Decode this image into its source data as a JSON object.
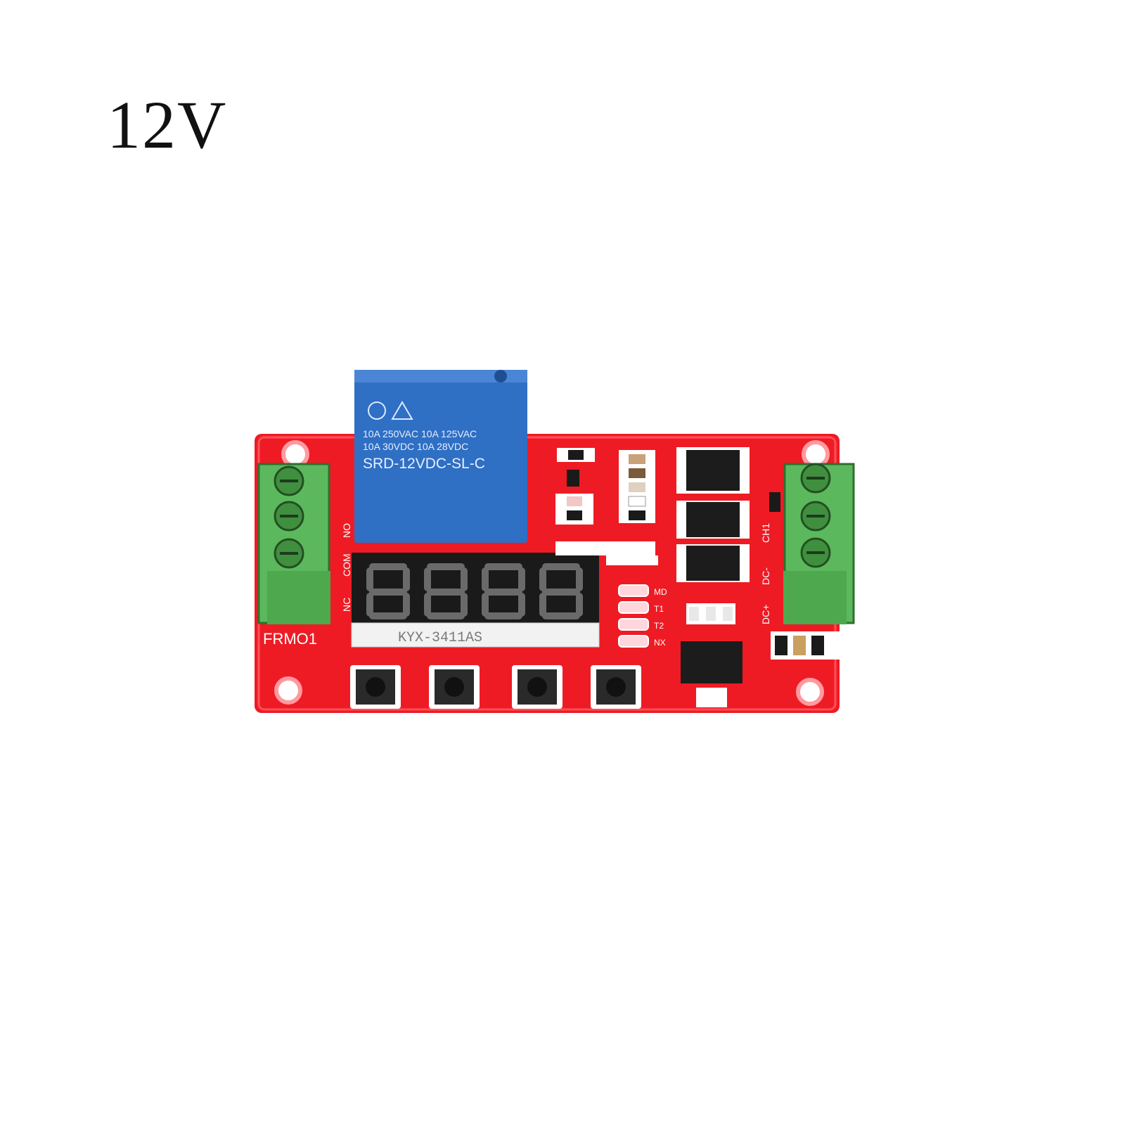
{
  "title": "12V",
  "board": {
    "model_label": "FRMO1",
    "relay": {
      "rating_line_1": "10A 250VAC 10A 125VAC",
      "rating_line_2": "10A 30VDC 10A 28VDC",
      "model": "SRD-12VDC-SL-C"
    },
    "display_part": "KYX-3411AS",
    "relay_terminals": [
      "NC",
      "COM",
      "NO"
    ],
    "power_terminals": [
      "CH1",
      "DC-",
      "DC+"
    ],
    "led_labels": [
      "MD",
      "T1",
      "T2",
      "NX"
    ],
    "led_color": "#ffd6dc",
    "colors": {
      "pcb": "#ee1b24",
      "relay": "#2f6fc4",
      "terminal": "#5cb85c",
      "display": "#1a1a1a"
    }
  }
}
